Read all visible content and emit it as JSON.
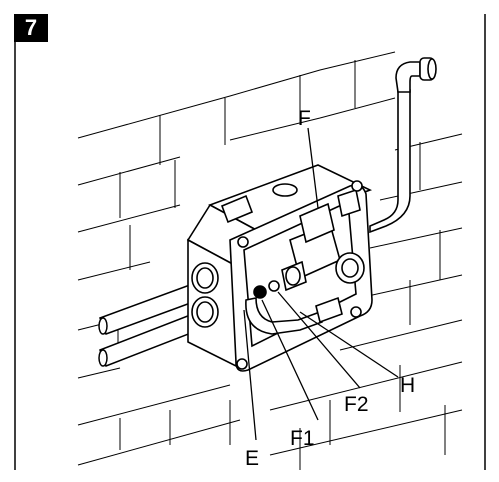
{
  "step": {
    "number": "7"
  },
  "callouts": {
    "F": "F",
    "H": "H",
    "F2": "F2",
    "F1": "F1",
    "E": "E"
  }
}
